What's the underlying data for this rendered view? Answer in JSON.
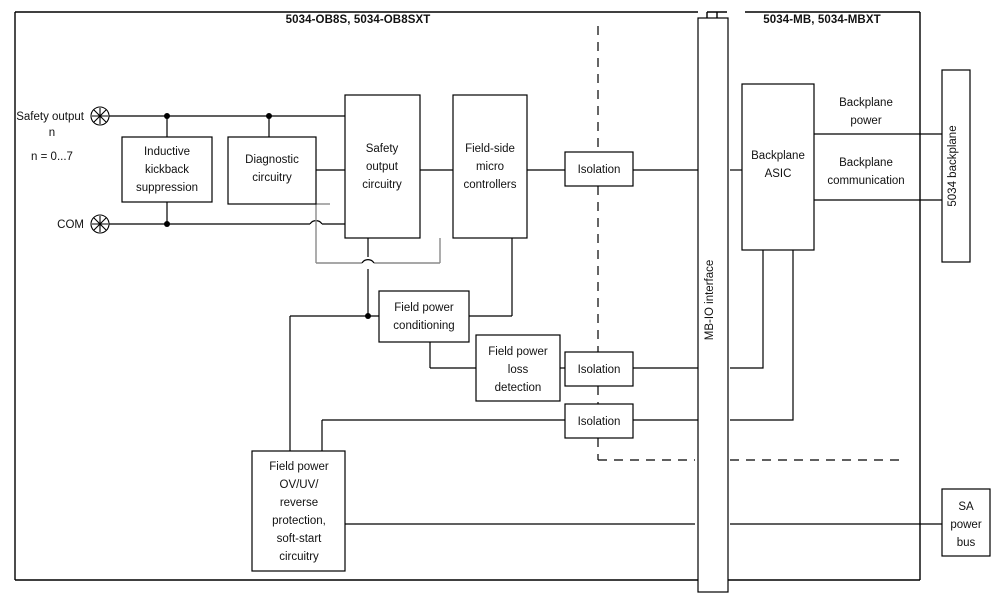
{
  "diagram": {
    "type": "block-diagram",
    "titles": {
      "left_panel": "5034-OB8S, 5034-OB8SXT",
      "right_panel": "5034-MB, 5034-MBXT"
    },
    "terminals": [
      {
        "id": "safety-output",
        "label_line1": "Safety output",
        "label_line2": "n",
        "label_line3": "n = 0...7",
        "symbol": "screw-terminal"
      },
      {
        "id": "com",
        "label_line1": "COM",
        "symbol": "screw-terminal"
      }
    ],
    "blocks": [
      {
        "id": "inductive-kickback-suppression",
        "lines": [
          "Inductive",
          "kickback",
          "suppression"
        ]
      },
      {
        "id": "diagnostic-circuitry",
        "lines": [
          "Diagnostic",
          "circuitry"
        ]
      },
      {
        "id": "safety-output-circuitry",
        "lines": [
          "Safety",
          "output",
          "circuitry"
        ]
      },
      {
        "id": "field-side-micro-controllers",
        "lines": [
          "Field-side",
          "micro",
          "controllers"
        ]
      },
      {
        "id": "isolation-1",
        "lines": [
          "Isolation"
        ]
      },
      {
        "id": "field-power-conditioning",
        "lines": [
          "Field power",
          "conditioning"
        ]
      },
      {
        "id": "field-power-loss-detection",
        "lines": [
          "Field power",
          "loss",
          "detection"
        ]
      },
      {
        "id": "isolation-2",
        "lines": [
          "Isolation"
        ]
      },
      {
        "id": "isolation-3",
        "lines": [
          "Isolation"
        ]
      },
      {
        "id": "field-power-protection",
        "lines": [
          "Field power",
          "OV/UV/",
          "reverse",
          "protection,",
          "soft-start",
          "circuitry"
        ]
      },
      {
        "id": "mb-io-interface",
        "lines": [
          "MB-IO interface"
        ],
        "orientation": "vertical"
      },
      {
        "id": "backplane-asic",
        "lines": [
          "Backplane",
          "ASIC"
        ]
      },
      {
        "id": "backplane-5034",
        "lines": [
          "5034 backplane"
        ],
        "orientation": "vertical"
      },
      {
        "id": "sa-power-bus",
        "lines": [
          "SA",
          "power",
          "bus"
        ]
      }
    ],
    "wire_labels": [
      {
        "id": "backplane-power",
        "lines": [
          "Backplane",
          "power"
        ]
      },
      {
        "id": "backplane-communication",
        "lines": [
          "Backplane",
          "communication"
        ]
      }
    ],
    "colors": {
      "line": "#000000",
      "line_secondary": "#8a8a8a",
      "background": "#ffffff",
      "text": "#111111"
    }
  }
}
